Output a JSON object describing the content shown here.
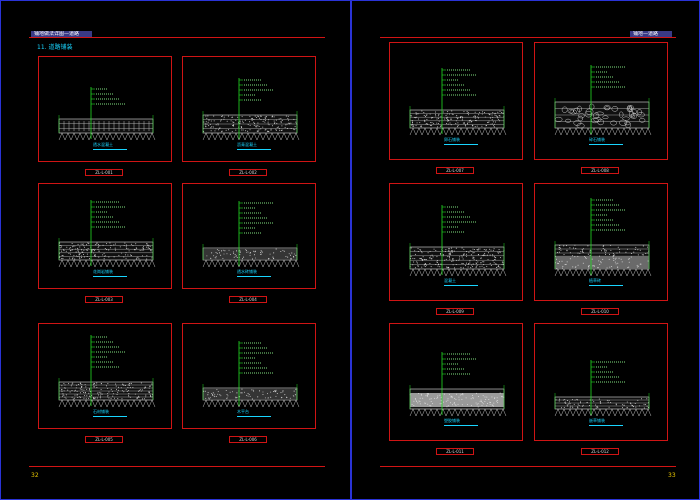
{
  "left_page": {
    "header_tag": "铺地做法详图—道路",
    "section_title": "11. 道路铺装",
    "page_number": "32",
    "details": [
      {
        "caption": "ZL-L-001",
        "title": "透水混凝土",
        "layers": 3,
        "fill": "pavers"
      },
      {
        "caption": "ZL-L-002",
        "title": "沥青混凝土",
        "layers": 4,
        "fill": "gravel"
      },
      {
        "caption": "ZL-L-003",
        "title": "花岗岩铺装",
        "layers": 5,
        "fill": "gravel"
      },
      {
        "caption": "ZL-L-004",
        "title": "透水砖铺装",
        "layers": 6,
        "fill": "thin"
      },
      {
        "caption": "ZL-L-005",
        "title": "石材铺装",
        "layers": 6,
        "fill": "gravel"
      },
      {
        "caption": "ZL-L-006",
        "title": "木平台",
        "layers": 6,
        "fill": "thin"
      }
    ]
  },
  "right_page": {
    "header_tag": "铺地—道路",
    "page_number": "33",
    "details": [
      {
        "caption": "ZL-L-007",
        "title": "卵石铺装",
        "layers": 5,
        "fill": "gravel"
      },
      {
        "caption": "ZL-L-008",
        "title": "碎石铺装",
        "layers": 4,
        "fill": "stone"
      },
      {
        "caption": "ZL-L-009",
        "title": "混凝土",
        "layers": 5,
        "fill": "dense"
      },
      {
        "caption": "ZL-L-010",
        "title": "植草砖",
        "layers": 6,
        "fill": "grass"
      },
      {
        "caption": "ZL-L-011",
        "title": "塑胶铺装",
        "layers": 4,
        "fill": "solid"
      },
      {
        "caption": "ZL-L-012",
        "title": "嵌草铺装",
        "layers": 4,
        "fill": "thin"
      }
    ]
  },
  "colors": {
    "frame": "#d01414",
    "dim_line": "#22dd22",
    "caption_title": "#19d5ff",
    "hatch": "#bbbbbb"
  }
}
